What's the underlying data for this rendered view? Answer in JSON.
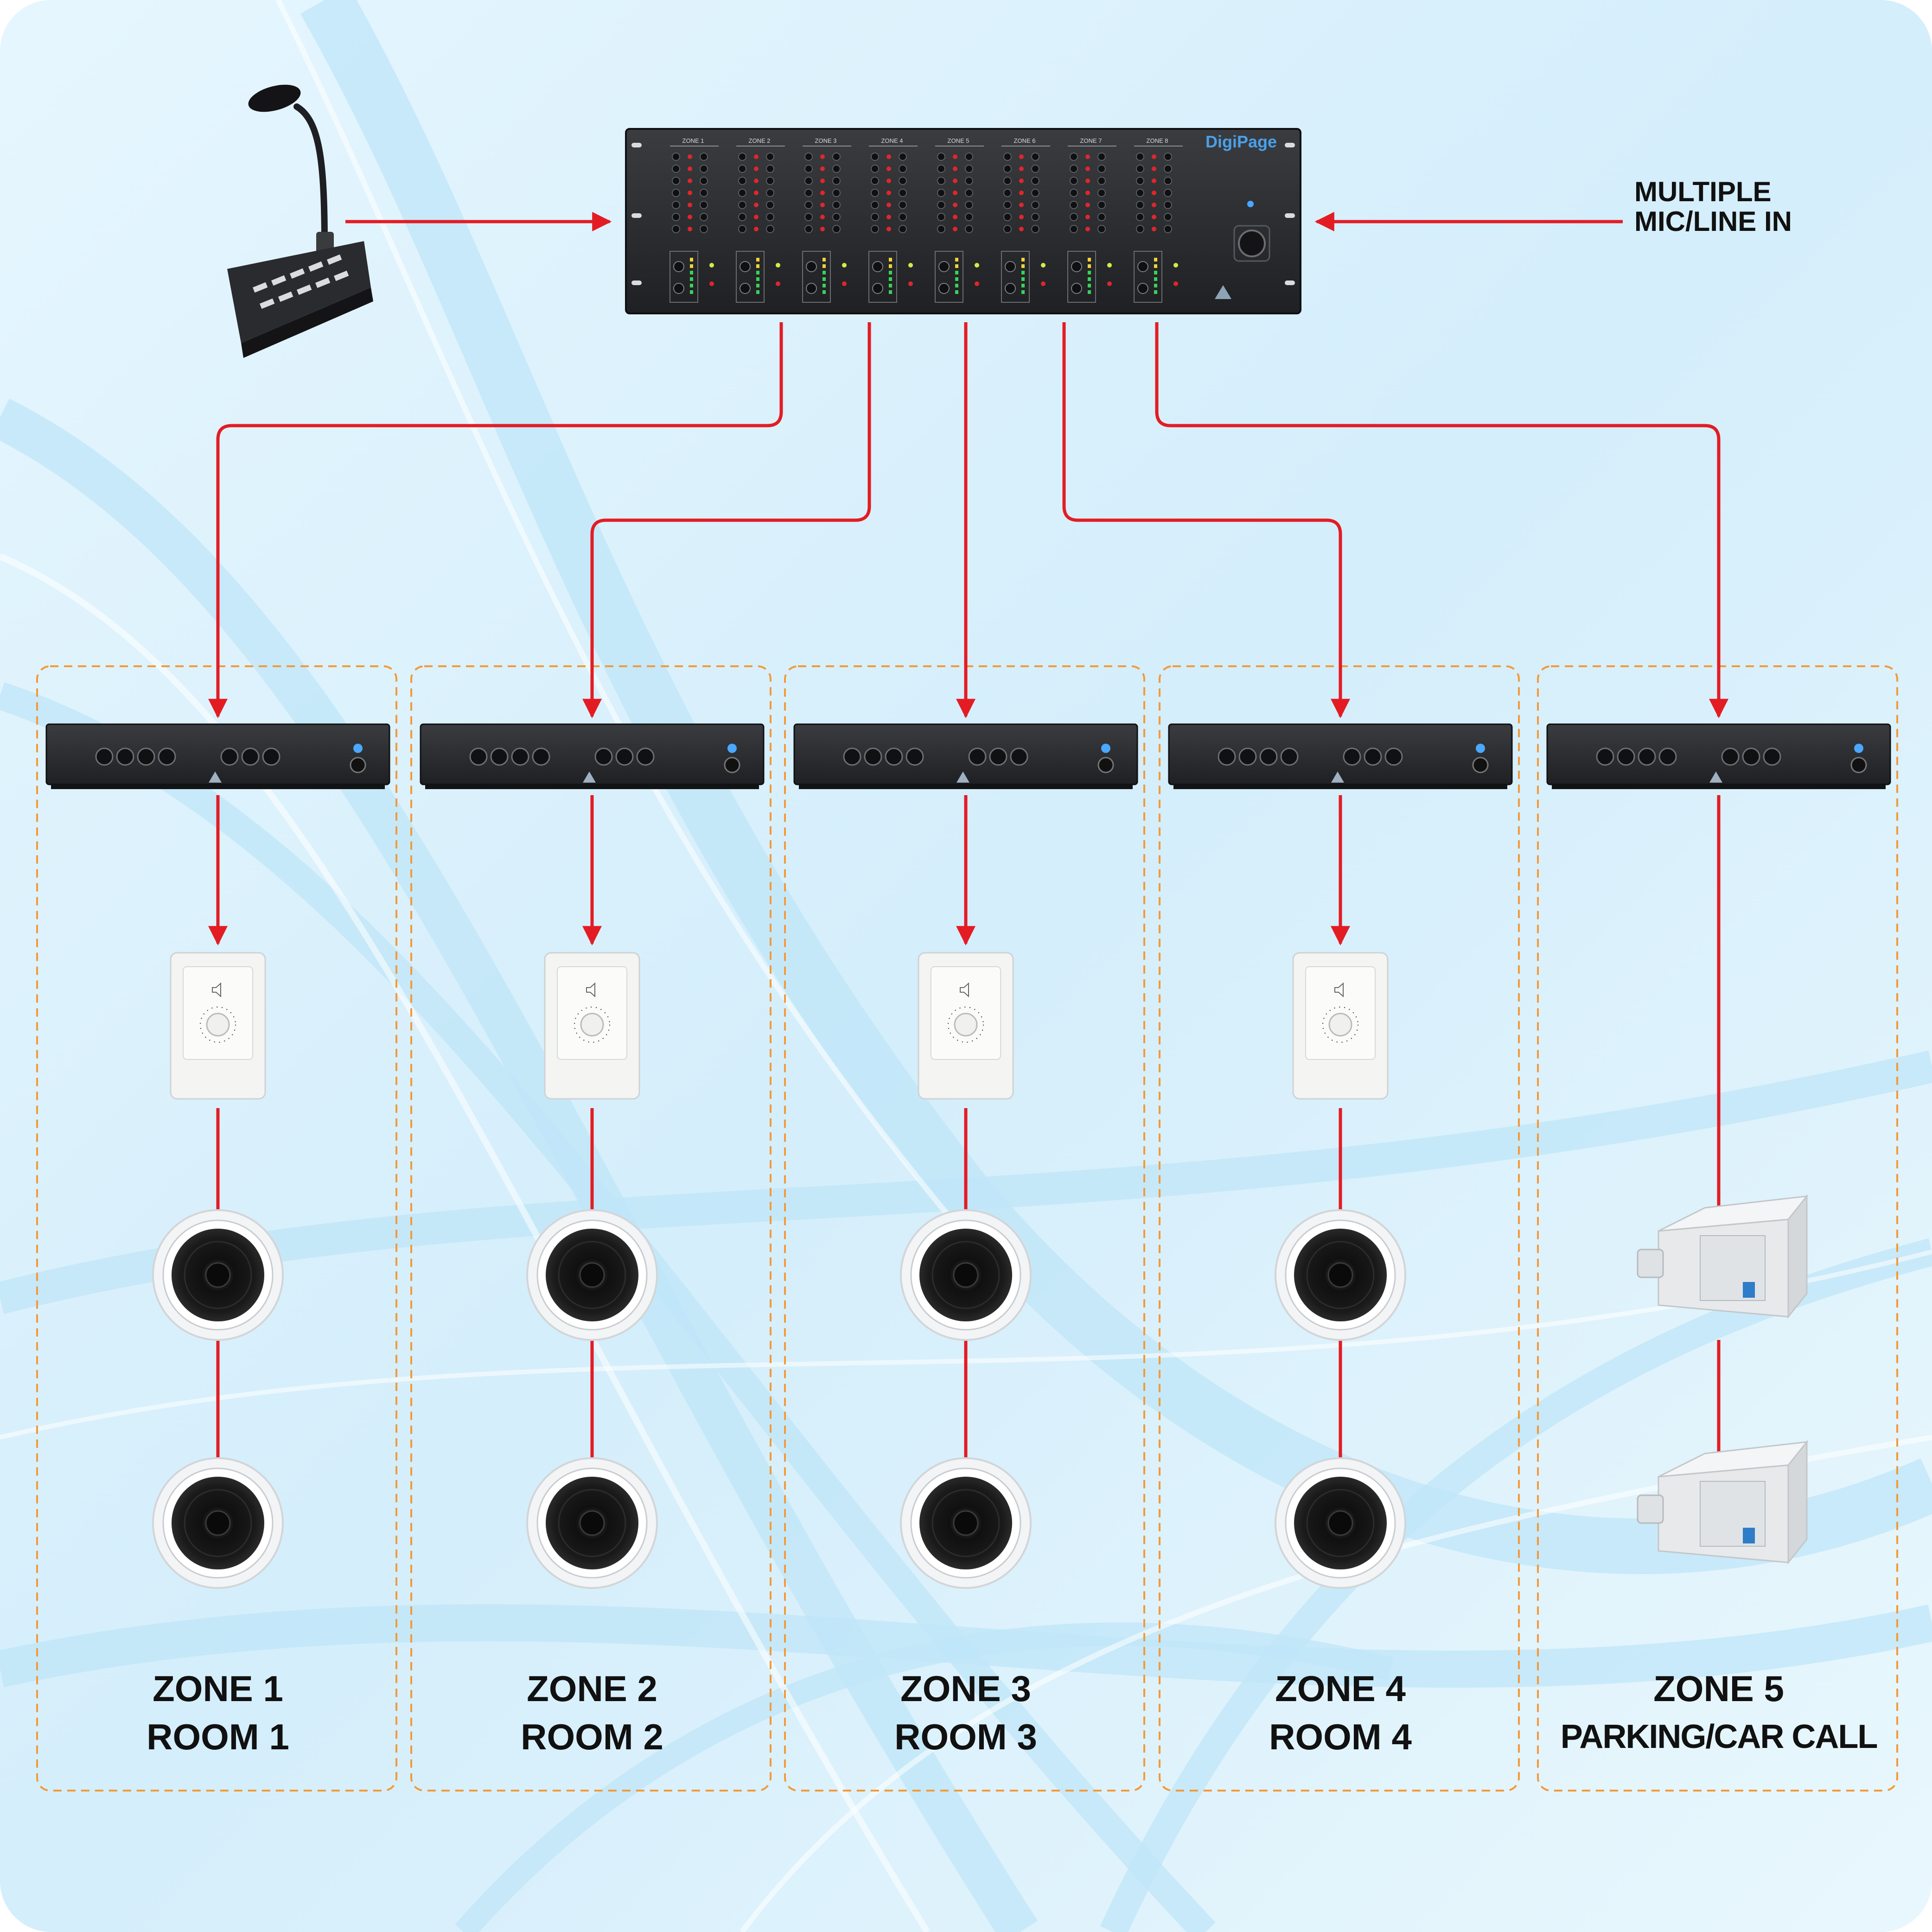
{
  "colors": {
    "background_top": "#dff3fd",
    "background_wave": "#bfe5f8",
    "connector": "#e31c24",
    "zone_border": "#f29a3a",
    "device_dark": "#2b2d30",
    "device_led_blue": "#4aa8ff"
  },
  "device": {
    "brand_text": "DigiPage",
    "channel_labels": [
      "ZONE 1",
      "ZONE 2",
      "ZONE 3",
      "ZONE 4",
      "ZONE 5",
      "ZONE 6",
      "ZONE 7",
      "ZONE 8"
    ]
  },
  "input_label": {
    "line1": "MULTIPLE",
    "line2": "MIC/LINE IN"
  },
  "zones": [
    {
      "line1": "ZONE 1",
      "line2": "ROOM 1",
      "speaker_type": "ceiling-speaker",
      "has_volume_control": true
    },
    {
      "line1": "ZONE 2",
      "line2": "ROOM 2",
      "speaker_type": "ceiling-speaker",
      "has_volume_control": true
    },
    {
      "line1": "ZONE 3",
      "line2": "ROOM 3",
      "speaker_type": "ceiling-speaker",
      "has_volume_control": true
    },
    {
      "line1": "ZONE 4",
      "line2": "ROOM 4",
      "speaker_type": "ceiling-speaker",
      "has_volume_control": true
    },
    {
      "line1": "ZONE 5",
      "line2": "PARKING/CAR CALL",
      "speaker_type": "horn-speaker",
      "has_volume_control": false
    }
  ]
}
